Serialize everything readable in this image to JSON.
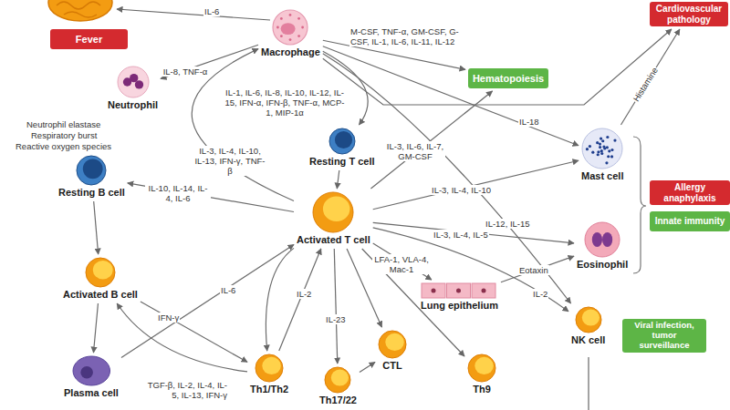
{
  "diagram": {
    "nodes": [
      {
        "text": [
          "Fever"
        ]
      },
      {
        "text": [
          "Cardiovascular pathology"
        ]
      },
      {
        "text": [
          "Macrophage"
        ]
      },
      {
        "text": [
          "Hematopoiesis"
        ]
      },
      {
        "text": [
          "Neutrophil"
        ]
      },
      {
        "text": [
          "Mast cell"
        ]
      },
      {
        "text": [
          "Resting T cell"
        ]
      },
      {
        "text": [
          "Resting B cell"
        ]
      },
      {
        "text": [
          "Allergy anaphylaxis"
        ]
      },
      {
        "text": [
          "Innate immunity"
        ]
      },
      {
        "text": [
          "Activated T cell"
        ]
      },
      {
        "text": [
          "Eosinophil"
        ]
      },
      {
        "text": [
          "Activated B cell"
        ]
      },
      {
        "text": [
          "Lung epithelium"
        ]
      },
      {
        "text": [
          "NK cell"
        ]
      },
      {
        "text": [
          "Viral infection, tumor surveillance"
        ]
      },
      {
        "text": [
          "Plasma cell"
        ]
      },
      {
        "text": [
          "Th1/Th2"
        ]
      },
      {
        "text": [
          "Th17/22"
        ]
      },
      {
        "text": [
          "CTL"
        ]
      },
      {
        "text": [
          "Th9"
        ]
      }
    ],
    "edges": [
      {
        "from": 2,
        "to": 4,
        "label": "IL-8, TNF-α",
        "arrow": "to"
      },
      {
        "from": 2,
        "to": 3,
        "label": "M-CSF, TNF-α, GM-CSF, G-CSF, IL-1, IL-6, IL-11, IL-12",
        "arrow": "to"
      },
      {
        "from": 2,
        "to": 6,
        "arrow": "to"
      },
      {
        "from": 2,
        "to": 5,
        "label": "IL-18",
        "arrow": "to"
      },
      {
        "from": 2,
        "to": 14,
        "label": "IL-12, IL-15",
        "arrow": "to"
      },
      {
        "from": 10,
        "to": 2,
        "label": "IL-3, IL-4, IL-10, IL-13, IFN-γ, TNF-β",
        "arrow": "to"
      },
      {
        "from": 2,
        "to": 1,
        "label": "IL-1, IL-6, IL-8, IL-10, IL-12, IL-15, IFN-α, IFN-β, TNF-α, MCP-1, MIP-1α",
        "arrow": "to"
      },
      {
        "from": 5,
        "to": 1,
        "label": "Histamine",
        "arrow": "to"
      },
      {
        "from": 10,
        "to": 3,
        "label": "IL-3, IL-6, IL-7, GM-CSF",
        "arrow": "to"
      },
      {
        "from": 10,
        "to": 5,
        "label": "IL-3, IL-4, IL-10",
        "arrow": "to"
      },
      {
        "from": 10,
        "to": 11,
        "label": "IL-3, IL-4, IL-5",
        "arrow": "to"
      },
      {
        "from": 10,
        "to": 7,
        "label": "IL-10, IL-14, IL-4, IL-6",
        "arrow": "to"
      },
      {
        "from": 6,
        "to": 10,
        "arrow": "to"
      },
      {
        "from": 7,
        "to": 12,
        "arrow": "to"
      },
      {
        "from": 12,
        "to": 16,
        "arrow": "to"
      },
      {
        "from": 12,
        "to": 17,
        "label": "IFN-γ",
        "arrow": "to"
      },
      {
        "from": 16,
        "to": 10,
        "label": "IL-6",
        "arrow": "to"
      },
      {
        "from": 17,
        "to": 10,
        "label": "IL-2",
        "arrow": "to"
      },
      {
        "from": 10,
        "to": 17,
        "arrow": "to"
      },
      {
        "from": 17,
        "to": 12,
        "label": "TGF-β, IL-2, IL-4, IL-5, IL-13, IFN-γ",
        "arrow": "to"
      },
      {
        "from": 10,
        "to": 18,
        "label": "IL-23",
        "arrow": "to"
      },
      {
        "from": 10,
        "to": 19,
        "arrow": "to"
      },
      {
        "from": 10,
        "to": 20,
        "arrow": "to"
      },
      {
        "from": 10,
        "to": 13,
        "label": "LFA-1, VLA-4, Mac-1",
        "arrow": "to"
      },
      {
        "from": 13,
        "to": 11,
        "label": "Eotaxin",
        "arrow": "to"
      },
      {
        "from": 10,
        "to": 14,
        "label": "IL-2",
        "arrow": "to"
      },
      {
        "from": 18,
        "to": 19,
        "arrow": "to"
      }
    ],
    "labels": [
      "IL-6",
      "Neutrophil elastase",
      "Respiratory burst",
      "Reactive oxygen species"
    ]
  }
}
